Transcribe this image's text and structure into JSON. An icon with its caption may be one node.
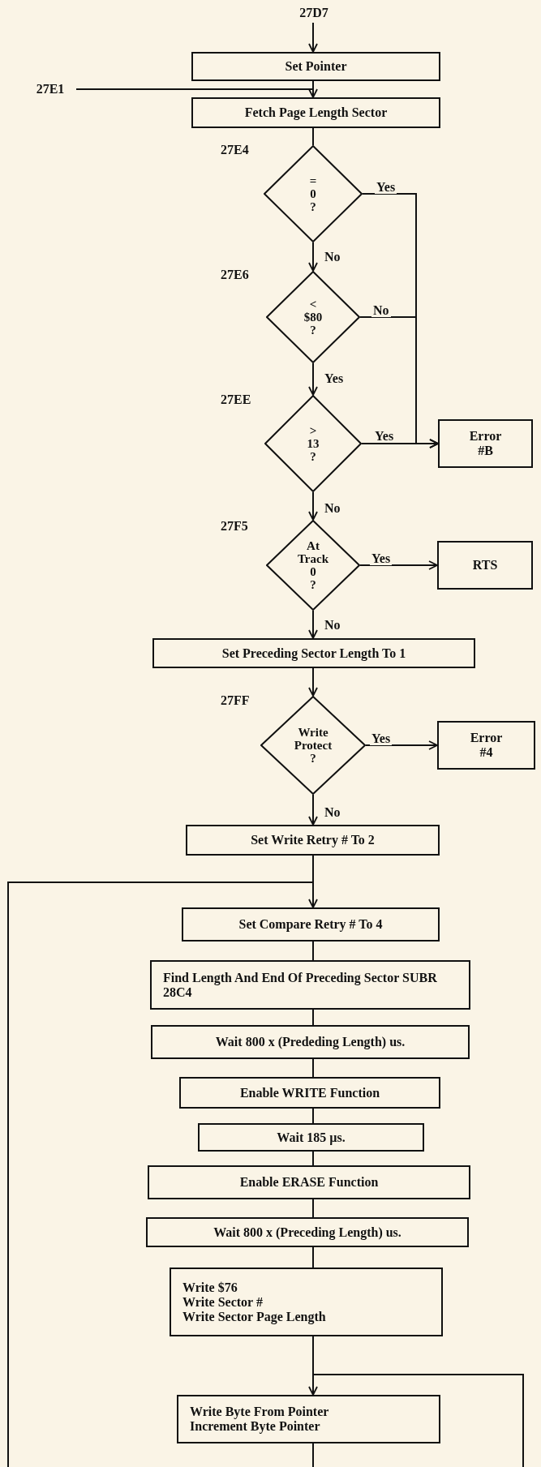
{
  "diagram": {
    "nodes": [
      {
        "text": [
          "27D7"
        ]
      },
      {
        "text": [
          "Set Pointer"
        ]
      },
      {
        "text": [
          "27E1"
        ]
      },
      {
        "text": [
          "Fetch Page Length Sector"
        ]
      },
      {
        "text": [
          "=",
          "0",
          "?"
        ],
        "beside": [
          "27E4"
        ]
      },
      {
        "text": [
          "<",
          "$80",
          "?"
        ],
        "beside": [
          "27E6"
        ]
      },
      {
        "text": [
          ">",
          "13",
          "?"
        ],
        "beside": [
          "27EE"
        ]
      },
      {
        "text": [
          "Error",
          "#B"
        ]
      },
      {
        "text": [
          "At",
          "Track",
          "0",
          "?"
        ],
        "beside": [
          "27F5"
        ]
      },
      {
        "text": [
          "RTS"
        ]
      },
      {
        "text": [
          "Set Preceding Sector Length To 1"
        ]
      },
      {
        "text": [
          "Write",
          "Protect",
          "?"
        ],
        "beside": [
          "27FF"
        ]
      },
      {
        "text": [
          "Error",
          "#4"
        ]
      },
      {
        "text": [
          "Set Write Retry # To 2"
        ]
      },
      {
        "text": [
          "Set Compare Retry # To 4"
        ]
      },
      {
        "text": [
          "Find Length And End Of Preceding Sector SUBR 28C4"
        ]
      },
      {
        "text": [
          "Wait 800 x (Prededing Length) us."
        ]
      },
      {
        "text": [
          "Enable WRITE Function"
        ]
      },
      {
        "text": [
          "Wait 185 µs."
        ]
      },
      {
        "text": [
          "Enable ERASE Function"
        ]
      },
      {
        "text": [
          "Wait 800 x (Preceding Length) us."
        ]
      },
      {
        "text": [
          "Write $76",
          "Write Sector #",
          "Write Sector Page Length"
        ]
      },
      {
        "text": [
          "Write Byte From Pointer",
          "Increment Byte Pointer"
        ]
      }
    ],
    "edges": [
      {
        "from": 0,
        "to": 1,
        "arrow": "to"
      },
      {
        "from": 2,
        "to": 3,
        "arrow": "to"
      },
      {
        "from": 1,
        "to": 3,
        "arrow": "none"
      },
      {
        "from": 3,
        "to": 4,
        "arrow": "none"
      },
      {
        "from": 4,
        "to": 7,
        "arrow": "to",
        "label": "Yes"
      },
      {
        "from": 4,
        "to": 5,
        "arrow": "to",
        "label": "No"
      },
      {
        "from": 5,
        "to": 7,
        "arrow": "to",
        "label": "No"
      },
      {
        "from": 5,
        "to": 6,
        "arrow": "to",
        "label": "Yes"
      },
      {
        "from": 6,
        "to": 7,
        "arrow": "to",
        "label": "Yes"
      },
      {
        "from": 6,
        "to": 8,
        "arrow": "to",
        "label": "No"
      },
      {
        "from": 8,
        "to": 9,
        "arrow": "to",
        "label": "Yes"
      },
      {
        "from": 8,
        "to": 10,
        "arrow": "to",
        "label": "No"
      },
      {
        "from": 10,
        "to": 11,
        "arrow": "to"
      },
      {
        "from": 11,
        "to": 12,
        "arrow": "to",
        "label": "Yes"
      },
      {
        "from": 11,
        "to": 13,
        "arrow": "to",
        "label": "No"
      },
      {
        "from": 13,
        "to": 14,
        "arrow": "none"
      },
      {
        "from": null,
        "to": 14,
        "arrow": "to"
      },
      {
        "from": 14,
        "to": 15,
        "arrow": "none"
      },
      {
        "from": 15,
        "to": 16,
        "arrow": "none"
      },
      {
        "from": 16,
        "to": 17,
        "arrow": "none"
      },
      {
        "from": 17,
        "to": 18,
        "arrow": "none"
      },
      {
        "from": 18,
        "to": 19,
        "arrow": "none"
      },
      {
        "from": 19,
        "to": 20,
        "arrow": "none"
      },
      {
        "from": 20,
        "to": 21,
        "arrow": "none"
      },
      {
        "from": 21,
        "to": 22,
        "arrow": "none"
      },
      {
        "from": null,
        "to": 22,
        "arrow": "to"
      },
      {
        "from": 22,
        "to": null,
        "arrow": "none"
      }
    ]
  }
}
